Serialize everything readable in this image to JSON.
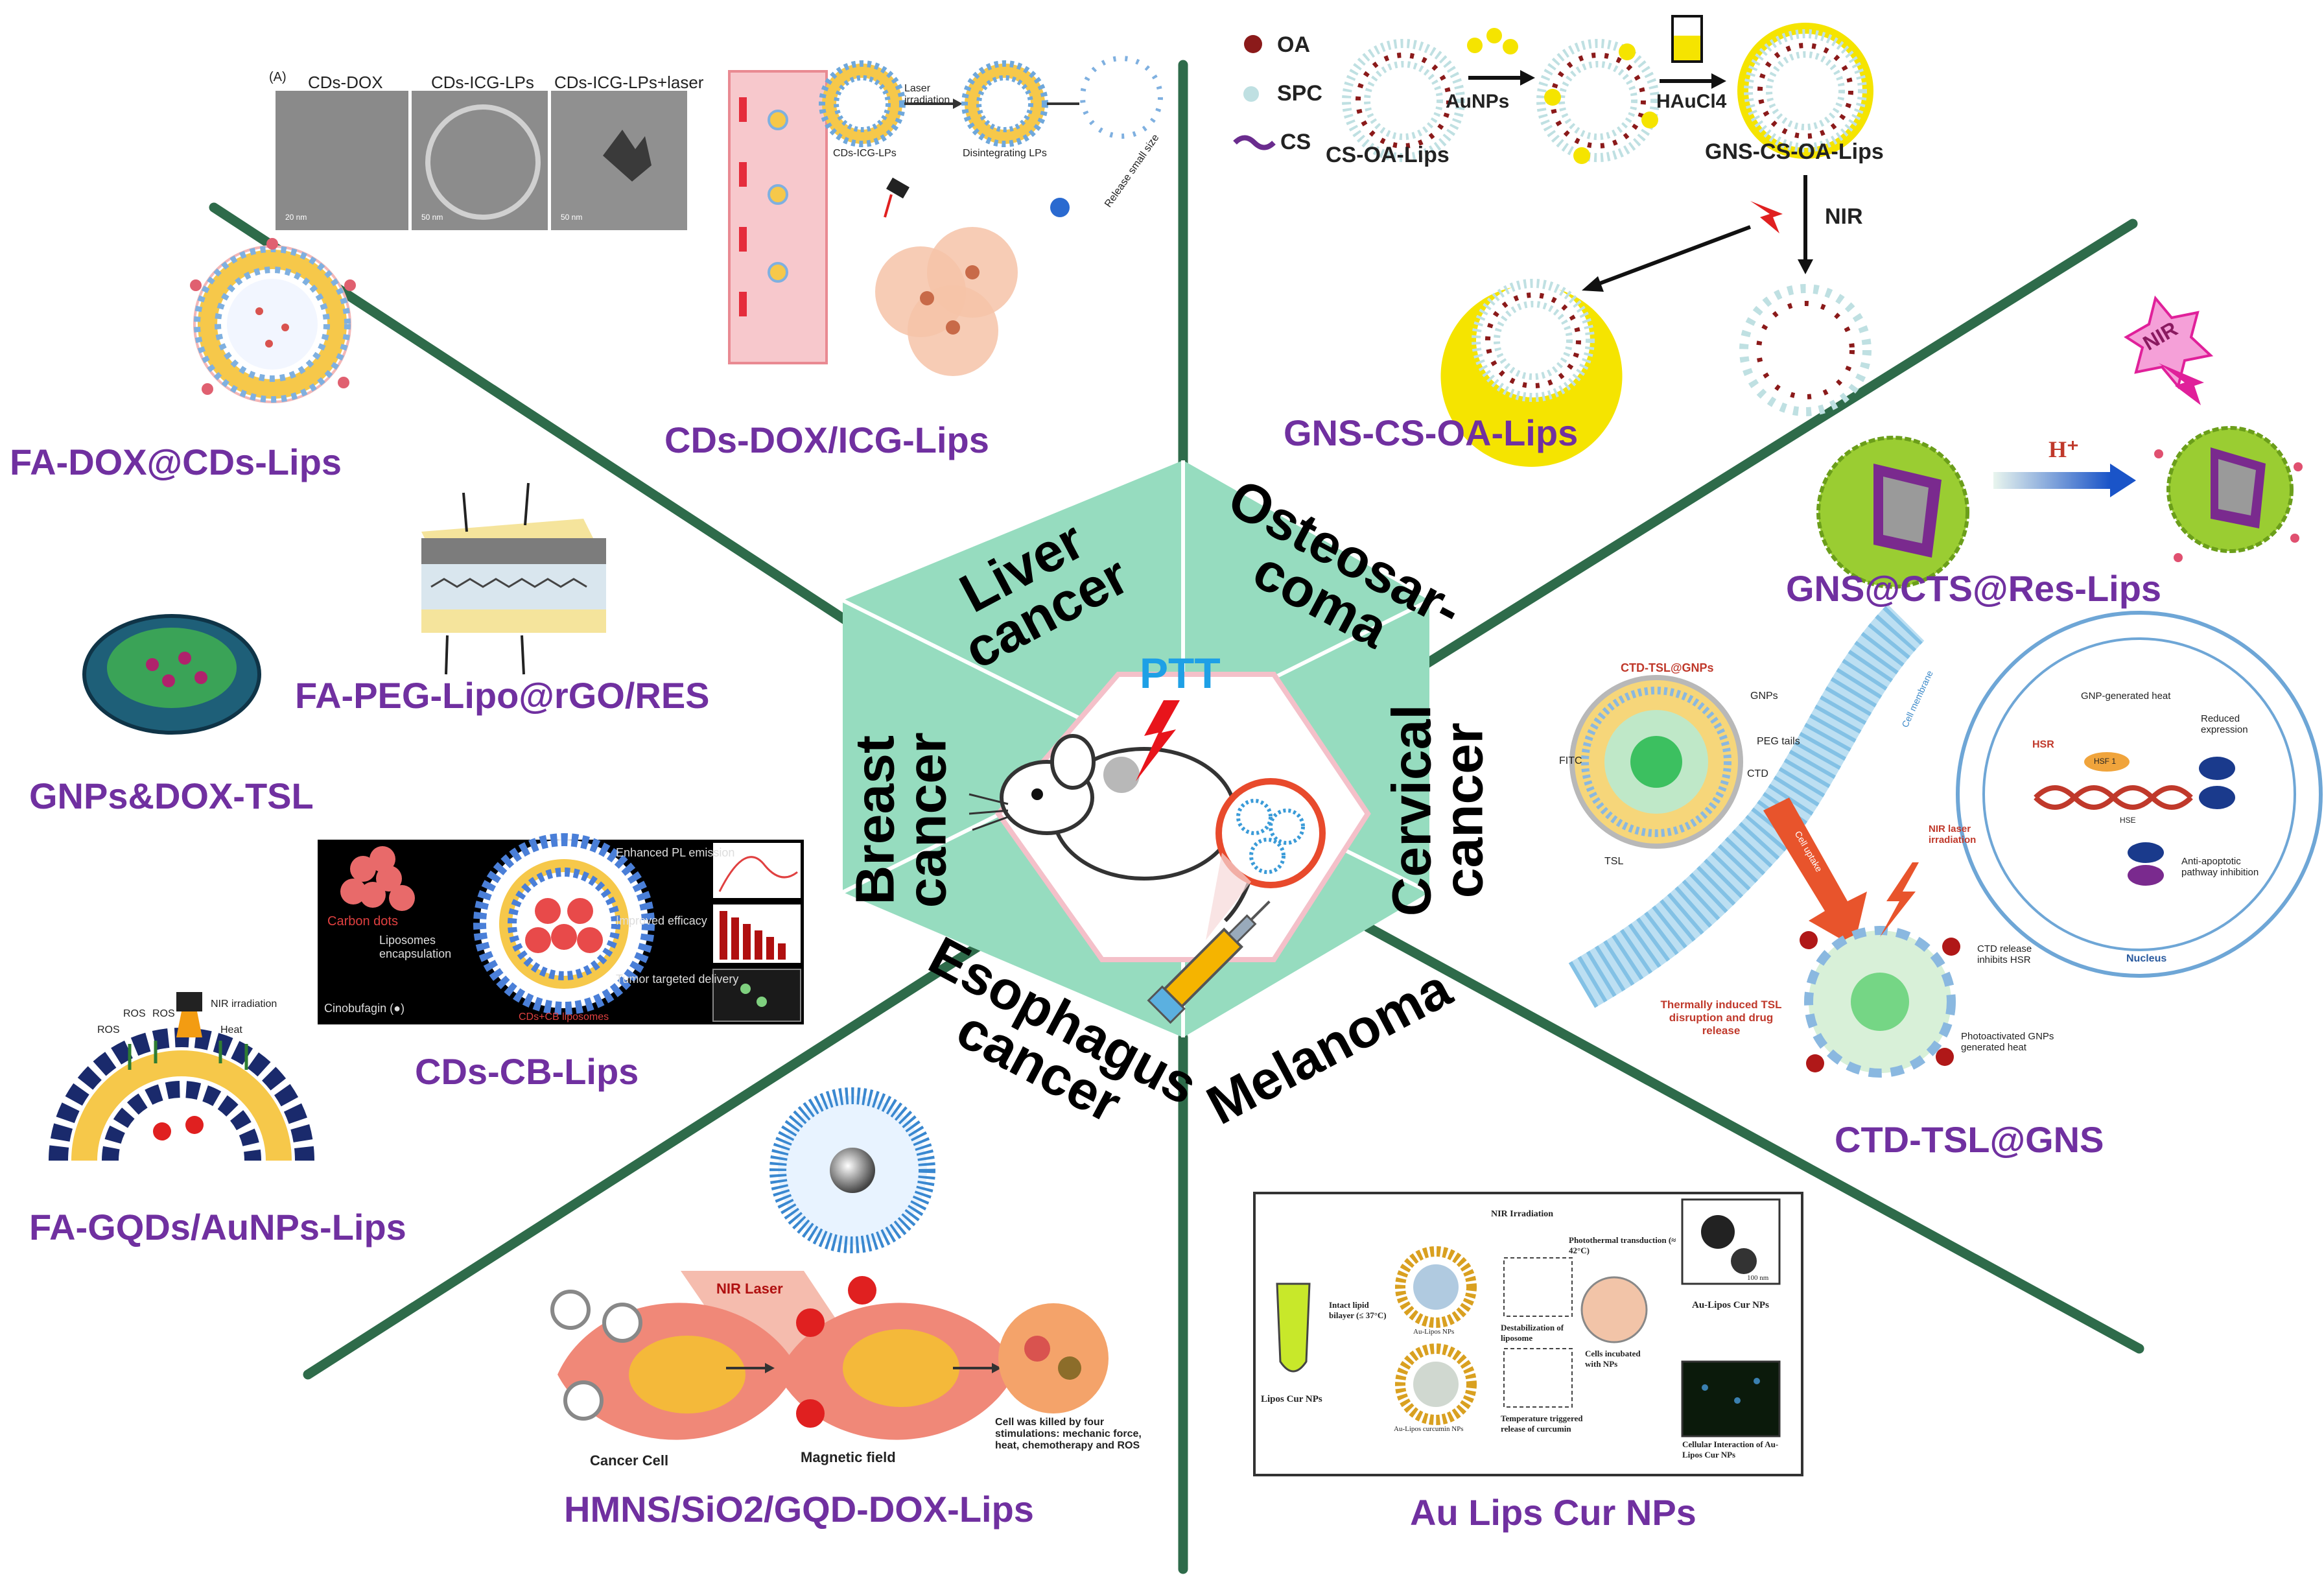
{
  "center": {
    "label": "PTT",
    "segments": {
      "liver": [
        "Liver",
        "cancer"
      ],
      "osteo": [
        "Osteosar-",
        "coma"
      ],
      "breast": [
        "Breast",
        "cancer"
      ],
      "cervical": [
        "Cervical",
        "cancer"
      ],
      "esophagus": [
        "Esophagus",
        "cancer"
      ],
      "melanoma": [
        "Melanoma"
      ]
    }
  },
  "labels": {
    "cds_dox_icg": "CDs-DOX/ICG-Lips",
    "gns_cs_oa": "GNS-CS-OA-Lips",
    "fa_dox_cds": "FA-DOX@CDs-Lips",
    "fa_peg_lipo": "FA-PEG-Lipo@rGO/RES",
    "gnps_dox_tsl": "GNPs&DOX-TSL",
    "cds_cb": "CDs-CB-Lips",
    "fa_gqds": "FA-GQDs/AuNPs-Lips",
    "gns_cts_res": "GNS@CTS@Res-Lips",
    "ctd_tsl_gns": "CTD-TSL@GNS",
    "hmns": "HMNS/SiO2/GQD-DOX-Lips",
    "au_lips": "Au Lips Cur NPs"
  },
  "tem_panel": {
    "tag": "(A)",
    "headers": [
      "CDs-DOX",
      "CDs-ICG-LPs",
      "CDs-ICG-LPs+laser"
    ],
    "scale": [
      "20 nm",
      "50 nm",
      "50 nm"
    ]
  },
  "liver_scheme": {
    "laser": "Laser irradiation",
    "lps": "CDs-ICG-LPs",
    "disintegrating": "Disintegrating LPs",
    "release": "Release small size"
  },
  "osteo_scheme": {
    "legend": [
      "OA",
      "SPC",
      "CS"
    ],
    "cs_oa": "CS-OA-Lips",
    "aunps": "AuNPs",
    "haucl4": "HAuCl4",
    "gns_cs_oa": "GNS-CS-OA-Lips",
    "nir": "NIR"
  },
  "res_scheme": {
    "nir": "NIR",
    "h": "H⁺"
  },
  "cb_panel": {
    "carbon_dots": "Carbon dots",
    "encapsulation": "Liposomes encapsulation",
    "cinobufagin": "Cinobufagin (●)",
    "liposome": "CDs+CB liposomes",
    "items": [
      "Enhanced PL emission",
      "Improved efficacy",
      "Tumor targeted delivery"
    ]
  },
  "gqd_scheme": {
    "nir": "NIR irradiation",
    "ros": "ROS",
    "heat": "Heat"
  },
  "ctd_scheme": {
    "title": "CTD-TSL@GNPs",
    "gnps": "GNPs",
    "peg": "PEG tails",
    "fitc": "FITC",
    "ctd": "CTD",
    "tsl": "TSL",
    "membrane": "Cell membrane",
    "uptake": "Cell uptake",
    "nir": "NIR laser irradiation",
    "thermal": "Thermally induced TSL disruption and drug release",
    "gnp_heat": "GNP-generated heat",
    "hsr": "HSR",
    "hsf1": "HSF 1",
    "hse": "HSE",
    "reduced": "Reduced expression",
    "anti": "Anti-apoptotic pathway inhibition",
    "ctd_release": "CTD release inhibits HSR",
    "photo": "Photoactivated GNPs generated heat",
    "nucleus": "Nucleus"
  },
  "hmns_scheme": {
    "laser": "NIR Laser",
    "cancer": "Cancer Cell",
    "magnetic": "Magnetic field",
    "killed": "Cell was killed by four stimulations: mechanic force, heat, chemotherapy and ROS"
  },
  "au_panel": {
    "nir": "NIR Irradiation",
    "photo": "Photothermal transduction (≈ 42°C)",
    "intact": "Intact lipid bilayer (≤ 37°C)",
    "au_lipos": "Au-Lipos NPs",
    "destab": "Destabilization of liposome",
    "cells": "Cells incubated with NPs",
    "au_curcumin": "Au-Lipos curcumin NPs",
    "temp": "Temperature triggered release of curcumin",
    "lipos_cur": "Lipos Cur NPs",
    "au_cur": "Au-Lipos Cur NPs",
    "scale": "100 nm",
    "interaction": "Cellular Interaction of Au-Lipos Cur NPs"
  }
}
